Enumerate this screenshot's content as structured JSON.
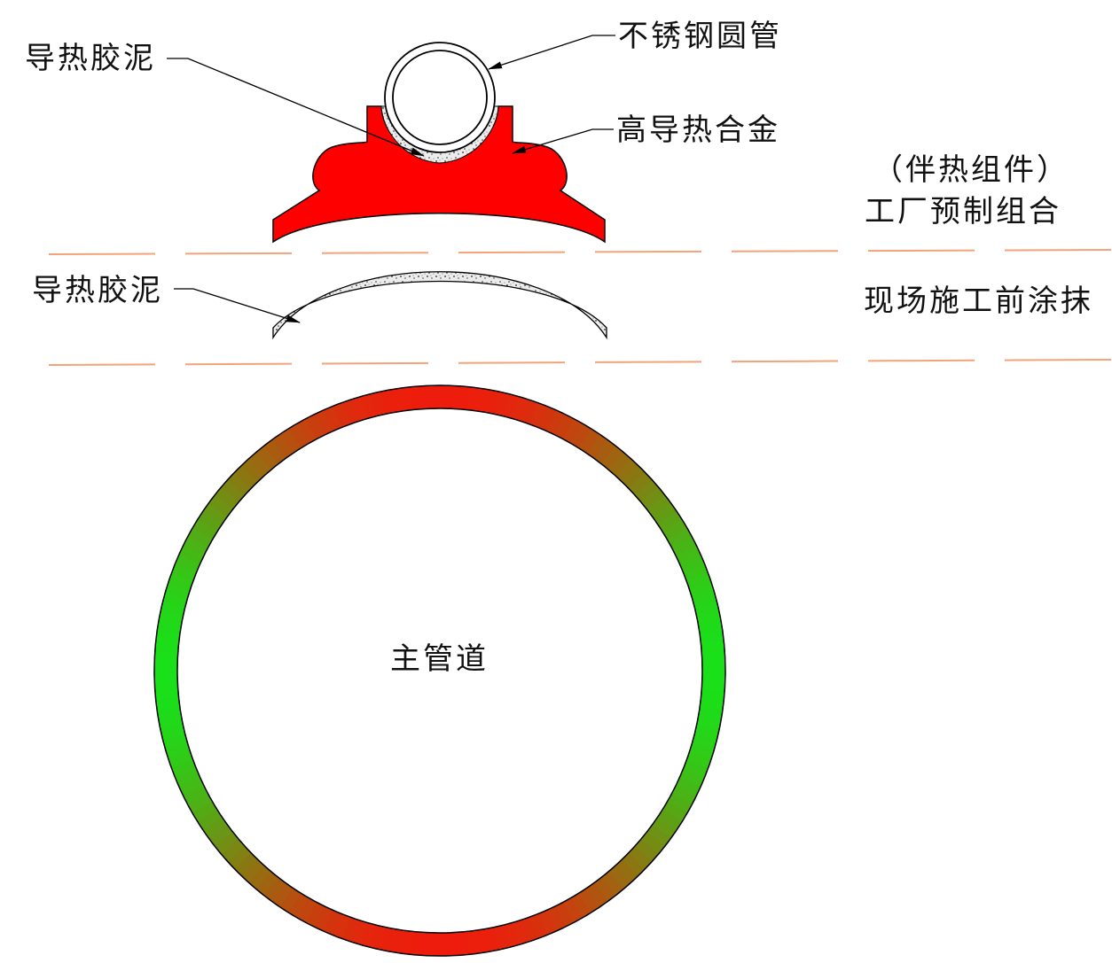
{
  "labels": {
    "paste_top": "导热胶泥",
    "stainless_tube": "不锈钢圆管",
    "alloy": "高导热合金",
    "assembly_paren": "（伴热组件）",
    "factory_prefab": "工厂预制组合",
    "paste_mid": "导热胶泥",
    "site_apply": "现场施工前涂抹",
    "main_pipe": "主管道"
  },
  "colors": {
    "alloy": "#ff0000",
    "dashed_line": "#f4a27a",
    "ring_red": "#ee1c0c",
    "ring_green": "#19e019",
    "outline": "#000000"
  }
}
